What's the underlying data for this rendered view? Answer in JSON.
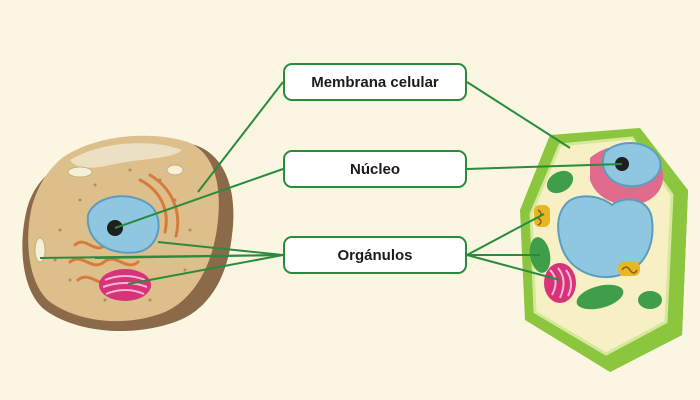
{
  "labels": {
    "membrane": "Membrana celular",
    "nucleus": "Núcleo",
    "organelles": "Orgánulos"
  },
  "colors": {
    "background": "#faf6e1",
    "connector": "#2a8b3c",
    "box_border": "#2a8b3c",
    "animal_membrane": "#8a6a48",
    "animal_cytoplasm": "#dcbf8a",
    "plant_wall": "#8cc63f",
    "plant_cytoplasm": "#f7f0c4",
    "nucleus": "#8fc6e0",
    "vacuole": "#8fc6e0",
    "chloroplast": "#3f9e4a",
    "golgi": "#d8337a",
    "er": "#d77b3d",
    "mitochondrion": "#e8b624"
  }
}
